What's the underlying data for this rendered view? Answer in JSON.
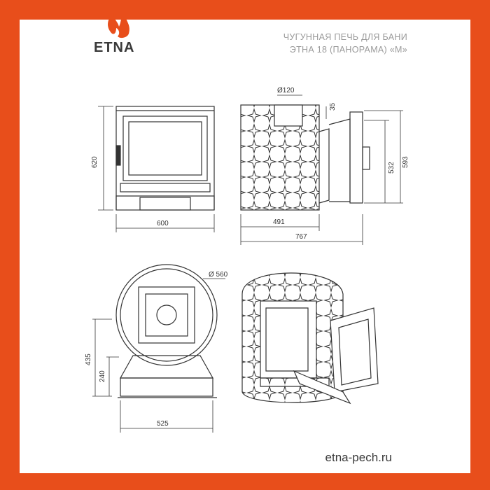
{
  "brand": {
    "logo_text": "ETNA"
  },
  "document": {
    "title_line1": "ЧУГУННАЯ ПЕЧЬ ДЛЯ БАНИ",
    "title_line2": "ЭТНА 18 (ПАНОРАМА) «М»"
  },
  "dimensions": {
    "front_height": "620",
    "front_width": "600",
    "flue_diameter": "Ø120",
    "flue_offset": "35",
    "side_depth_body": "491",
    "side_depth_total": "767",
    "side_height_inner": "532",
    "side_height_total": "593",
    "top_diameter": "Ø 560",
    "top_height_435": "435",
    "top_height_240": "240",
    "top_width": "525"
  },
  "footer": {
    "website": "etna-pech.ru"
  },
  "colors": {
    "accent": "#e84e1b",
    "text_dark": "#3a3a3a",
    "text_grey": "#9a9a9a"
  }
}
